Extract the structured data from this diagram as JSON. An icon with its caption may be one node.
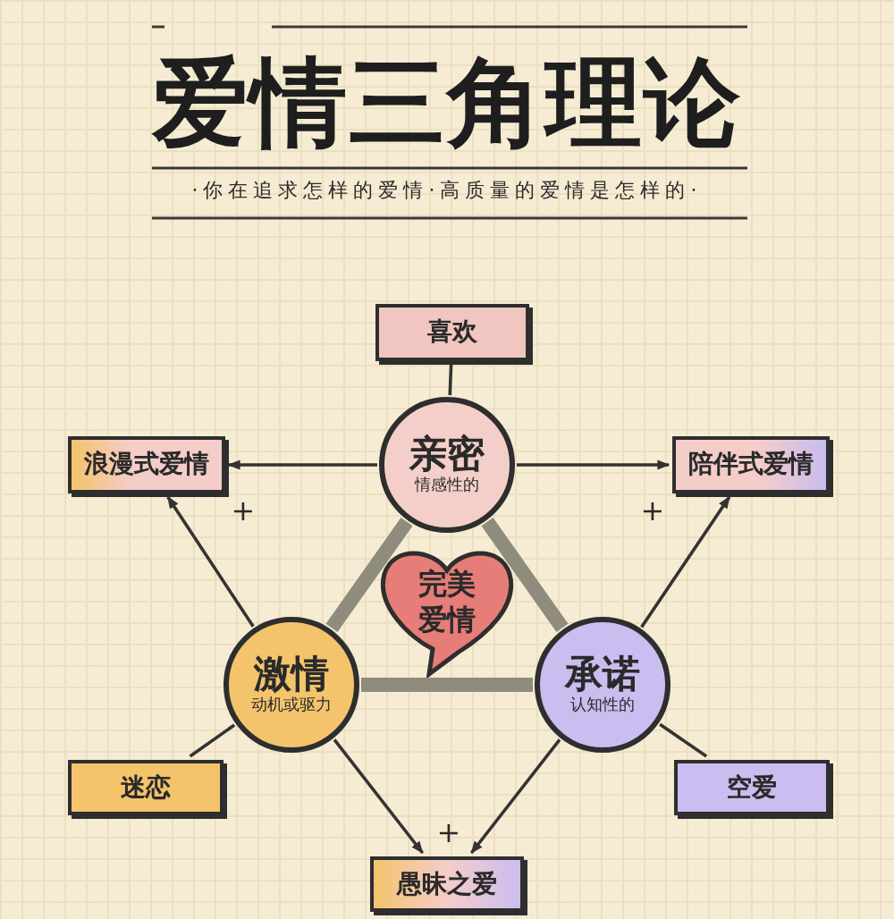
{
  "diagram": {
    "title": "爱情三角理论",
    "nodes": [
      {
        "text": [
          "喜欢"
        ]
      },
      {
        "text": [
          "亲密",
          "情感性的"
        ]
      },
      {
        "text": [
          "浪漫式爱情"
        ]
      },
      {
        "text": [
          "陪伴式爱情"
        ]
      },
      {
        "text": [
          "完美爱情"
        ]
      },
      {
        "text": [
          "激情",
          "动机或驱力"
        ]
      },
      {
        "text": [
          "承诺",
          "认知性的"
        ]
      },
      {
        "text": [
          "迷恋"
        ]
      },
      {
        "text": [
          "空爱"
        ]
      },
      {
        "text": [
          "愚昧之爱"
        ]
      }
    ],
    "edges": [
      {
        "from": 0,
        "to": 1,
        "arrow": "none"
      },
      {
        "from": 1,
        "to": 5,
        "arrow": "none",
        "style": "thick",
        "color": "#8f8c7e"
      },
      {
        "from": 1,
        "to": 6,
        "arrow": "none",
        "style": "thick",
        "color": "#8f8c7e"
      },
      {
        "from": 5,
        "to": 6,
        "arrow": "none",
        "style": "thick",
        "color": "#8f8c7e"
      },
      {
        "from": 1,
        "to": 2,
        "arrow": "to"
      },
      {
        "from": 1,
        "to": 3,
        "arrow": "to"
      },
      {
        "from": 5,
        "to": 2,
        "arrow": "to"
      },
      {
        "from": 6,
        "to": 3,
        "arrow": "to"
      },
      {
        "from": 5,
        "to": 9,
        "arrow": "to"
      },
      {
        "from": 6,
        "to": 9,
        "arrow": "to"
      },
      {
        "from": 5,
        "to": 7,
        "arrow": "none"
      },
      {
        "from": 6,
        "to": 8,
        "arrow": "none"
      }
    ],
    "labels": [
      "·你在追求怎样的爱情·高质量的爱情是怎样的·",
      "+",
      "+",
      "+"
    ]
  }
}
